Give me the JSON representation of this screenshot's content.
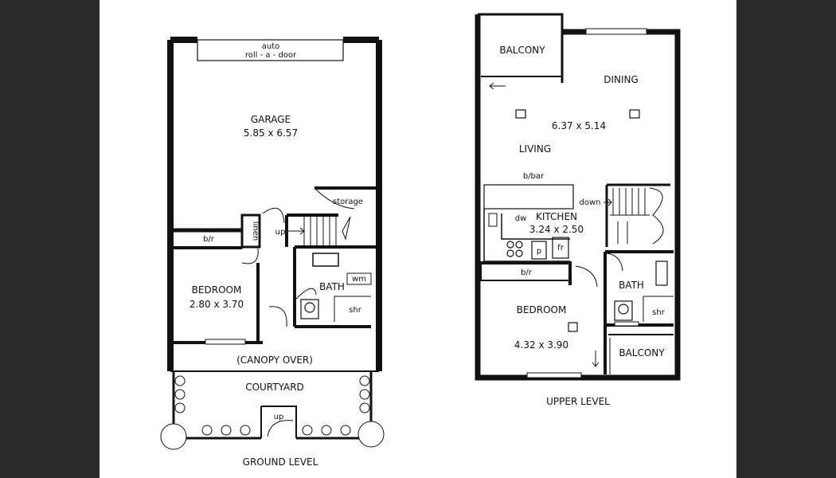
{
  "colors": {
    "background": "#2b2b2b",
    "paper": "#ffffff",
    "ink": "#111111"
  },
  "ground_level": {
    "title": "GROUND LEVEL",
    "door_label_1": "auto",
    "door_label_2": "roll - a - door",
    "garage": {
      "name": "GARAGE",
      "dims": "5.85 x 6.57"
    },
    "storage": "storage",
    "up": "up",
    "linen": "linen",
    "robe": "b/r",
    "bedroom": {
      "name": "BEDROOM",
      "dims": "2.80 x 3.70"
    },
    "bath": "BATH",
    "wm": "wm",
    "shr": "shr",
    "canopy": "(CANOPY OVER)",
    "courtyard": "COURTYARD",
    "courtyard_up": "up"
  },
  "upper_level": {
    "title": "UPPER LEVEL",
    "balcony_top": "BALCONY",
    "dining": "DINING",
    "living": {
      "name": "LIVING",
      "dims": "6.37 x 5.14"
    },
    "breakfast_bar": "b/bar",
    "down": "down",
    "kitchen": {
      "name": "KITCHEN",
      "dims": "3.24 x 2.50"
    },
    "dw": "dw",
    "p": "p",
    "fr": "fr",
    "robe": "b/r",
    "bedroom": {
      "name": "BEDROOM",
      "dims": "4.32 x 3.90"
    },
    "bath": "BATH",
    "shr": "shr",
    "balcony_bottom": "BALCONY"
  }
}
